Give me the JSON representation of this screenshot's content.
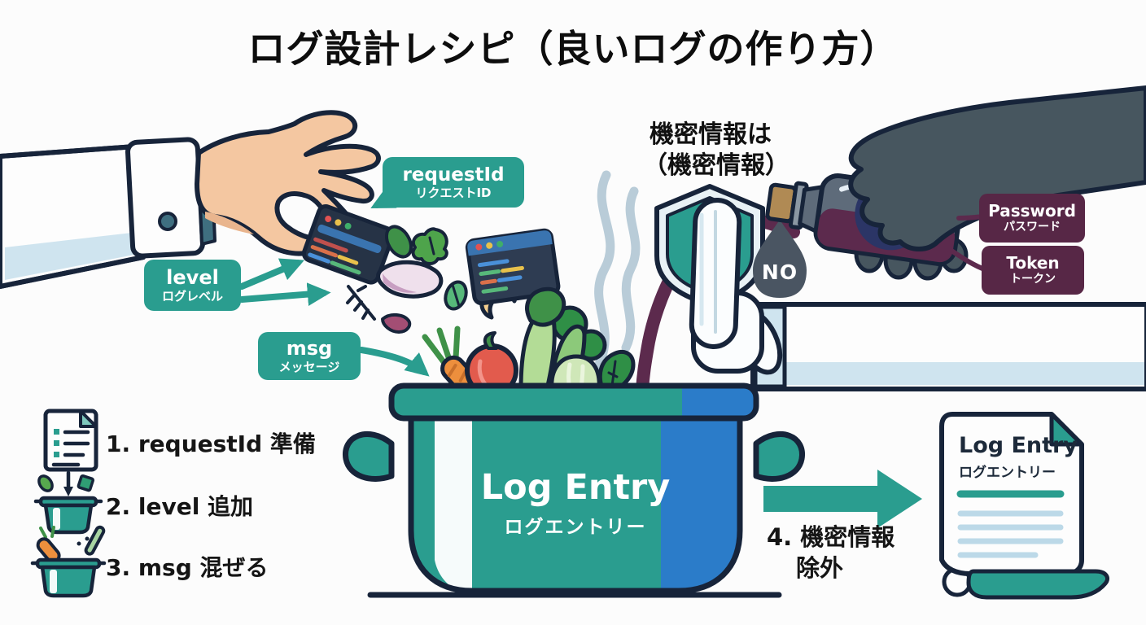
{
  "title": "ログ設計レシピ（良いログの作り方）",
  "ingredient_labels": [
    {
      "name": "requestId",
      "ja": "リクエストID"
    },
    {
      "name": "level",
      "ja": "ログレベル"
    },
    {
      "name": "msg",
      "ja": "メッセージ"
    }
  ],
  "pot": {
    "title": "Log Entry",
    "subtitle": "ログエントリー"
  },
  "warning": {
    "heading_line1": "機密情報は",
    "heading_line2": "（機密情報）",
    "no_label": "NO"
  },
  "secret_badges": [
    {
      "name": "Password",
      "ja": "パスワード"
    },
    {
      "name": "Token",
      "ja": "トークン"
    }
  ],
  "steps": [
    "1. requestId 準備",
    "2. level 追加",
    "3. msg 混ぜる"
  ],
  "step4": {
    "line1": "4. 機密情報",
    "line2": "除外"
  },
  "output_doc": {
    "title": "Log Entry",
    "subtitle": "ログエントリー"
  },
  "colors": {
    "teal": "#2a9d8f",
    "pot_blue": "#2b7cc9",
    "maroon": "#5c2a4d",
    "badge_maroon": "#572746",
    "navy": "#17243a",
    "steam": "#b9ccd8",
    "drop": "#4a5562",
    "skin": "#f4c7a1",
    "glove": "#47565f",
    "lightblue": "#cfe4ef",
    "leaf": "#3f9148"
  }
}
